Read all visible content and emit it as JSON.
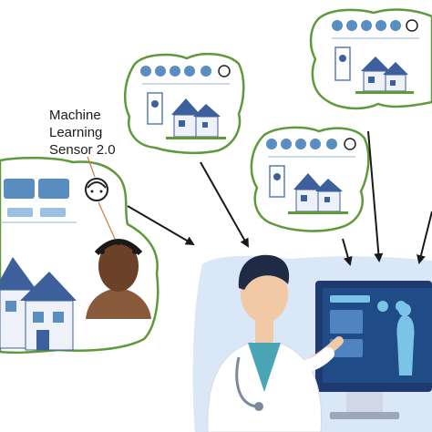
{
  "sensor_label": {
    "line1": "Machine",
    "line2": "Learning",
    "line3": "Sensor 2.0"
  },
  "colors": {
    "cloud_outline": "#5d9a3a",
    "house_blue": "#3d5f9c",
    "house_wall": "#eef1f7",
    "screen_navy": "#1e3a6e",
    "screen_cyan": "#7cc3e8",
    "doctor_coat": "#ffffff",
    "skin": "#f1c9a5",
    "hair": "#1f2a44",
    "scrub_teal": "#4aa6b5",
    "backdrop": "#d9e7f6"
  },
  "icons": [
    "wifi-icon",
    "lightbulb-icon",
    "lock-icon",
    "camera-icon",
    "thermostat-icon",
    "eeg-headset-icon"
  ]
}
